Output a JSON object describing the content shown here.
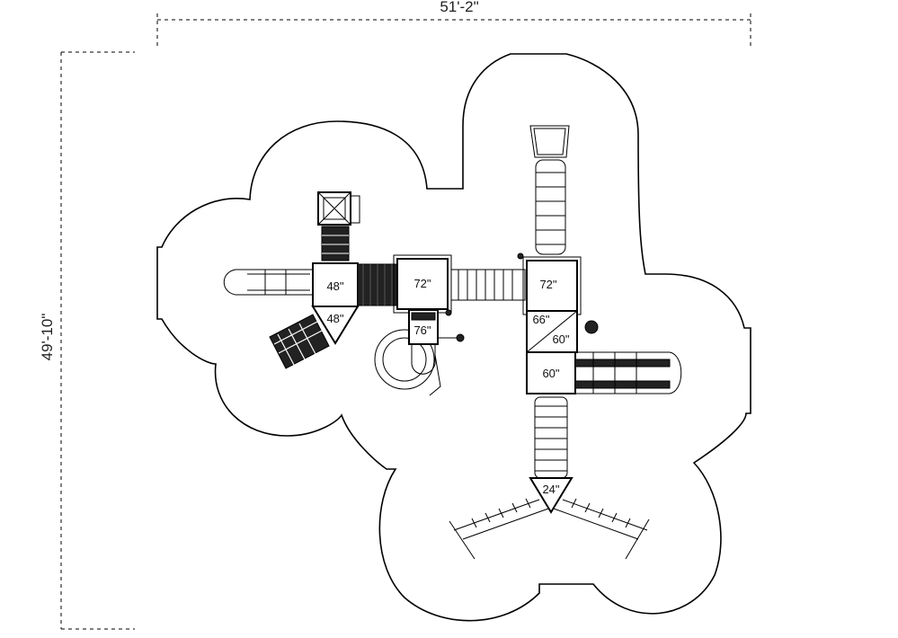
{
  "dimensions": {
    "width_label": "51'-2\"",
    "height_label": "49'-10\""
  },
  "decks": {
    "left_main": "48\"",
    "left_triangle": "48\"",
    "center_square": "72\"",
    "center_small": "76\"",
    "right_top": "72\"",
    "right_tri_upper": "66\"",
    "right_tri_lower": "60\"",
    "right_bottom": "60\"",
    "bottom_triangle": "24\""
  },
  "colors": {
    "line": "#000000",
    "background": "#ffffff"
  }
}
